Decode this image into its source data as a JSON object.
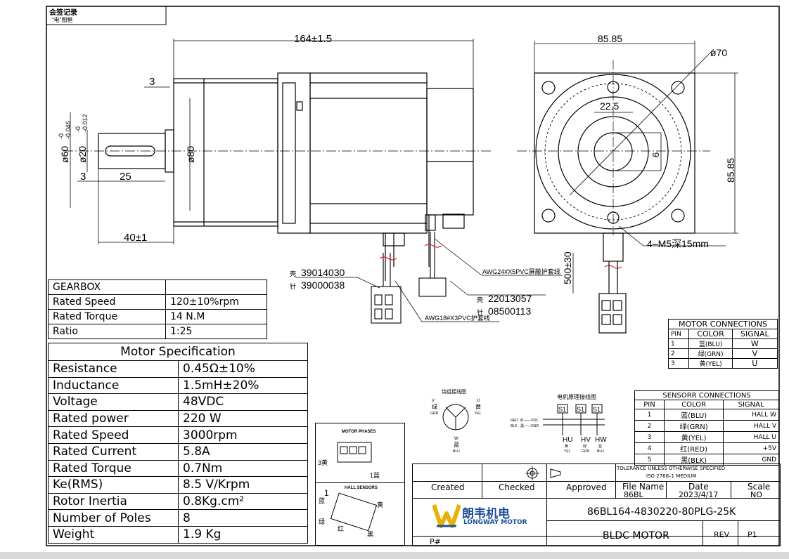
{
  "corner_stamp": {
    "line1": "会签记录",
    "line2": "“电”图框"
  },
  "dims": {
    "overall_length": "164±1.5",
    "flange_width": "85.85",
    "bolt_circle": "ø70",
    "pilot_dia": "22.5",
    "key_height": "6",
    "side_height": "85.85",
    "shaft_step": "3",
    "gear_dia": "ø60",
    "gear_tol_upper": "-0",
    "gear_tol_lower": "-0.046",
    "shaft_dia": "ø20",
    "shaft_tol_upper": "-0",
    "shaft_tol_lower": "-0.012",
    "motor_dia": "ø80",
    "key_start": "3",
    "key_length": "25",
    "shaft_length": "40±1",
    "cable_length": "500±30",
    "mount_holes": "4–M5深15mm"
  },
  "callouts": {
    "power_housing": "壳 39014030",
    "power_housing_label": "壳",
    "power_housing_no": "39014030",
    "power_pin_label": "针",
    "power_pin_no": "39000038",
    "hall_cable": "AWG24#X5PVC屏蔽护套线",
    "power_cable": "AWG18#X3PVC护套线",
    "hall_housing_label": "壳",
    "hall_housing_no": "22013057",
    "hall_pin_label": "针",
    "hall_pin_no": "08500113"
  },
  "gearbox": {
    "title": "GEARBOX",
    "rows": [
      {
        "key": "Rated Speed",
        "value": "120±10%rpm"
      },
      {
        "key": "Rated Torque",
        "value": "14 N.M"
      },
      {
        "key": "Ratio",
        "value": "1:25"
      }
    ]
  },
  "motor_spec": {
    "title": "Motor Specification",
    "rows": [
      {
        "key": "Resistance",
        "value": "0.45Ω±10%"
      },
      {
        "key": "Inductance",
        "value": "1.5mH±20%"
      },
      {
        "key": "Voltage",
        "value": "48VDC"
      },
      {
        "key": "Rated power",
        "value": "220 W"
      },
      {
        "key": "Rated Speed",
        "value": "3000rpm"
      },
      {
        "key": "Rated Current",
        "value": "5.8A"
      },
      {
        "key": "Rated Torque",
        "value": "0.7Nm"
      },
      {
        "key": "Ke(RMS)",
        "value": "8.5 V/Krpm"
      },
      {
        "key": "Rotor Inertia",
        "value": "0.8Kg.cm²"
      },
      {
        "key": "Number of Poles",
        "value": "8"
      },
      {
        "key": "Weight",
        "value": "1.9 Kg"
      }
    ]
  },
  "motor_connections": {
    "title": "MOTOR CONNECTIONS",
    "headers": [
      "PIN",
      "COLOR",
      "SIGNAL"
    ],
    "rows": [
      {
        "pin": "1",
        "color": "蓝(BLU)",
        "signal": "W"
      },
      {
        "pin": "2",
        "color": "绿(GRN)",
        "signal": "V"
      },
      {
        "pin": "3",
        "color": "黄(YEL)",
        "signal": "U"
      }
    ]
  },
  "sensor_connections": {
    "title": "SENSORR CONNECTIONS",
    "headers": [
      "PIN",
      "COLOR",
      "SIGNAL"
    ],
    "rows": [
      {
        "pin": "1",
        "color": "蓝(BLU)",
        "signal": "HALL W"
      },
      {
        "pin": "2",
        "color": "绿(GRN)",
        "signal": "HALL V"
      },
      {
        "pin": "3",
        "color": "黄(YEL)",
        "signal": "HALL U"
      },
      {
        "pin": "4",
        "color": "红(RED)",
        "signal": "+5V"
      },
      {
        "pin": "5",
        "color": "黑(BLK)",
        "signal": "GND"
      }
    ]
  },
  "wiring": {
    "winding_title": "绕组接线图",
    "winding_v": "V",
    "winding_u": "U",
    "winding_w": "W",
    "winding_grn": "绿",
    "winding_grn_en": "GRN",
    "winding_yel": "黄",
    "winding_yel_en": "YEL",
    "winding_blu": "蓝",
    "winding_blu_en": "BLU",
    "schematic_title": "电机原理接线图",
    "s1": "S1",
    "s2": "S1",
    "s3": "S1",
    "vdc": "红——VDC",
    "vdc_prefix": "RED",
    "gnd": "黑——GND",
    "gnd_prefix": "BLK",
    "hu": "HU",
    "hv": "HV",
    "hw": "HW",
    "hu_c": "黄",
    "hu_e": "YEL",
    "hv_c": "绿",
    "hv_e": "GRN",
    "hw_c": "蓝",
    "hw_e": "BLU",
    "phases_title": "MOTOR PHASES",
    "phases_pin3": "3黄",
    "phases_pin1": "1蓝",
    "hall_title": "HALL SENSORS",
    "hall_pin1": "1",
    "hall_blu": "蓝",
    "hall_grn": "绿",
    "hall_red": "红",
    "hall_yel": "黄",
    "hall_blk": "黑"
  },
  "title_block": {
    "tolerance": "TOLERANCE UNLESS OTHERWISE SPECIFIED",
    "iso": "ISO 2768–1 MEDIUM",
    "created": "Created",
    "checked": "Checked",
    "approved": "Approved",
    "file_name_label": "File Name",
    "file_name": "86BL",
    "date_label": "Date",
    "date": "2023/4/17",
    "scale_label": "Scale",
    "scale": "NO",
    "logo_cn": "朗韦机电",
    "logo_en": "LONGWAY MOTOR",
    "part_number": "86BL164-4830220-80PLG-25K",
    "p_label": "P#",
    "product": "BLDC MOTOR",
    "rev_label": "REV",
    "rev": "P1"
  },
  "colors": {
    "ink": "#000000",
    "logo_yellow": "#e8b10a",
    "logo_blue": "#1c4e9a",
    "cable_mark": "#e02020"
  }
}
